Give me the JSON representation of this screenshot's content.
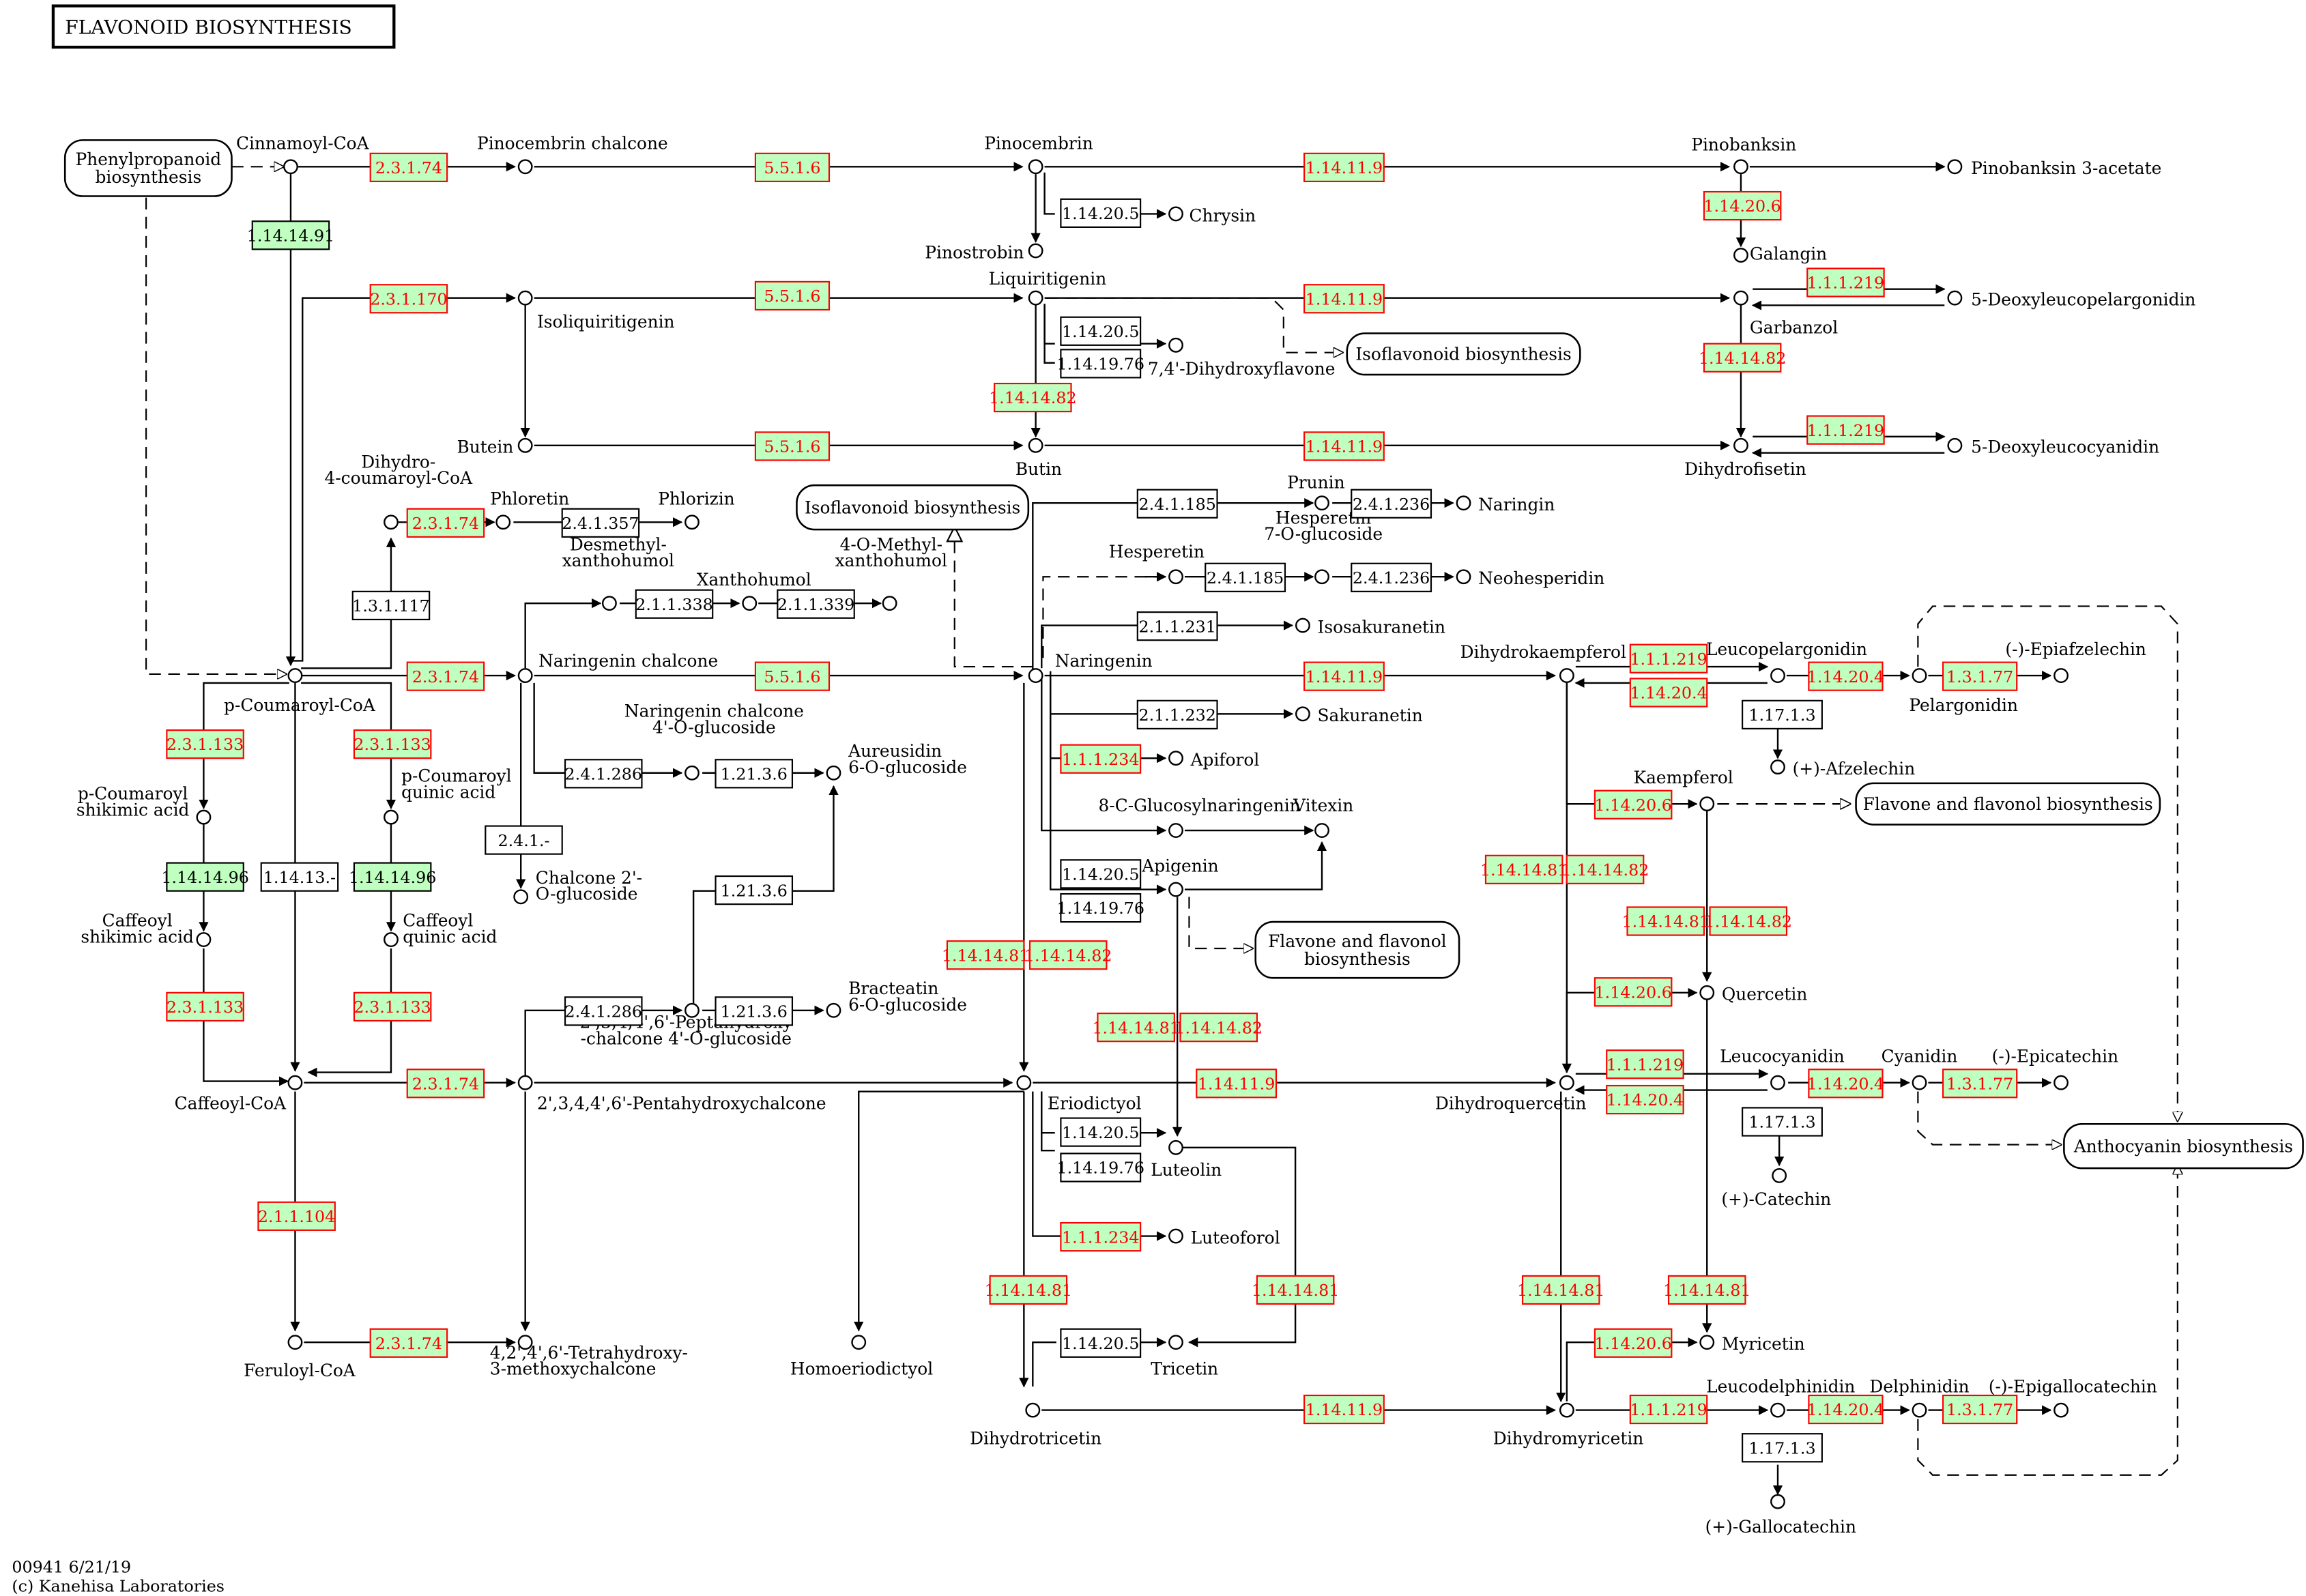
{
  "title": "FLAVONOID BIOSYNTHESIS",
  "footer": {
    "map_id": "00941 6/21/19",
    "copyright": "(c) Kanehisa Laboratories"
  },
  "colors": {
    "found_fill": "#bfffbf",
    "found_stroke": "#ff0000",
    "found_text": "#ff0000",
    "green_fill": "#bfffbf",
    "plain_fill": "#ffffff",
    "line": "#000000"
  },
  "maps": [
    {
      "id": "phenylpropanoid",
      "label": "Phenylpropanoid\nbiosynthesis"
    },
    {
      "id": "isoflavonoid1",
      "label": "Isoflavonoid biosynthesis"
    },
    {
      "id": "isoflavonoid2",
      "label": "Isoflavonoid biosynthesis"
    },
    {
      "id": "flavone1",
      "label": "Flavone and flavonol biosynthesis"
    },
    {
      "id": "flavone2",
      "label": "Flavone and flavonol\nbiosynthesis"
    },
    {
      "id": "anthocyanin",
      "label": "Anthocyanin biosynthesis"
    }
  ],
  "compounds": [
    {
      "id": "cinnamoyl",
      "label": "Cinnamoyl-CoA"
    },
    {
      "id": "pinocembrin_chalcone",
      "label": "Pinocembrin chalcone"
    },
    {
      "id": "pinocembrin",
      "label": "Pinocembrin"
    },
    {
      "id": "pinobanksin",
      "label": "Pinobanksin"
    },
    {
      "id": "pinobanksin3a",
      "label": "Pinobanksin 3-acetate"
    },
    {
      "id": "chrysin",
      "label": "Chrysin"
    },
    {
      "id": "pinostrobin",
      "label": "Pinostrobin"
    },
    {
      "id": "galangin",
      "label": "Galangin"
    },
    {
      "id": "isoliquiritigenin",
      "label": "Isoliquiritigenin"
    },
    {
      "id": "liquiritigenin",
      "label": "Liquiritigenin"
    },
    {
      "id": "dihydroxyflavone",
      "label": "7,4'-Dihydroxyflavone"
    },
    {
      "id": "garbanzol",
      "label": "Garbanzol"
    },
    {
      "id": "deoxyleucopelargonidin",
      "label": "5-Deoxyleucopelargonidin"
    },
    {
      "id": "butein",
      "label": "Butein"
    },
    {
      "id": "butin",
      "label": "Butin"
    },
    {
      "id": "dihydrofisetin",
      "label": "Dihydrofisetin"
    },
    {
      "id": "deoxyleucocyanidin",
      "label": "5-Deoxyleucocyanidin"
    },
    {
      "id": "dihydrocoumaroyl",
      "label": "Dihydro-\n4-coumaroyl-CoA"
    },
    {
      "id": "phloretin",
      "label": "Phloretin"
    },
    {
      "id": "phlorizin",
      "label": "Phlorizin"
    },
    {
      "id": "prunin",
      "label": "Prunin"
    },
    {
      "id": "naringin",
      "label": "Naringin"
    },
    {
      "id": "hesperetin",
      "label": "Hesperetin"
    },
    {
      "id": "hesperetin7g",
      "label": "Hesperetin\n7-O-glucoside"
    },
    {
      "id": "neohesperidin",
      "label": "Neohesperidin"
    },
    {
      "id": "desmethylxanthohumol",
      "label": "Desmethyl-\nxanthohumol"
    },
    {
      "id": "xanthohumol",
      "label": "Xanthohumol"
    },
    {
      "id": "methylxanthohumol",
      "label": "4-O-Methyl-\nxanthohumol"
    },
    {
      "id": "isosakuranetin",
      "label": "Isosakuranetin"
    },
    {
      "id": "coumaroylcoa",
      "label": "p-Coumaroyl-CoA"
    },
    {
      "id": "naringenin_chalcone",
      "label": "Naringenin chalcone"
    },
    {
      "id": "naringenin",
      "label": "Naringenin"
    },
    {
      "id": "dihydrokaempferol",
      "label": "Dihydrokaempferol"
    },
    {
      "id": "leucopelargonidin",
      "label": "Leucopelargonidin"
    },
    {
      "id": "pelargonidin",
      "label": "Pelargonidin"
    },
    {
      "id": "epiafzelechin",
      "label": "(-)-Epiafzelechin"
    },
    {
      "id": "afzelechin",
      "label": "(+)-Afzelechin"
    },
    {
      "id": "sakuranetin",
      "label": "Sakuranetin"
    },
    {
      "id": "nc4g",
      "label": "Naringenin chalcone\n4'-O-glucoside"
    },
    {
      "id": "aureusidin",
      "label": "Aureusidin\n6-O-glucoside"
    },
    {
      "id": "apiforol",
      "label": "Apiforol"
    },
    {
      "id": "kaempferol",
      "label": "Kaempferol"
    },
    {
      "id": "coumaroylshikimic",
      "label": "p-Coumaroyl\nshikimic acid"
    },
    {
      "id": "coumaroylquinic",
      "label": "p-Coumaroyl\nquinic acid"
    },
    {
      "id": "c8glucosylnaringenin",
      "label": "8-C-Glucosylnaringenin"
    },
    {
      "id": "vitexin",
      "label": "Vitexin"
    },
    {
      "id": "apigenin",
      "label": "Apigenin"
    },
    {
      "id": "chalcone2g",
      "label": "Chalcone 2'-\nO-glucoside"
    },
    {
      "id": "caffeoylshikimic",
      "label": "Caffeoyl\nshikimic acid"
    },
    {
      "id": "caffeoylquinic",
      "label": "Caffeoyl\nquinic acid"
    },
    {
      "id": "quercetin",
      "label": "Quercetin"
    },
    {
      "id": "bracteatin",
      "label": "Bracteatin\n6-O-glucoside"
    },
    {
      "id": "peptahydroxy",
      "label": "2',3,4,4',6'-Peptahydroxy\n-chalcone 4'-O-glucoside"
    },
    {
      "id": "caffeoylcoa",
      "label": "Caffeoyl-CoA"
    },
    {
      "id": "pentahydroxychalcone",
      "label": "2',3,4,4',6'-Pentahydroxychalcone"
    },
    {
      "id": "eriodictyol",
      "label": "Eriodictyol"
    },
    {
      "id": "luteolin",
      "label": "Luteolin"
    },
    {
      "id": "dihydroquercetin",
      "label": "Dihydroquercetin"
    },
    {
      "id": "leucocyanidin",
      "label": "Leucocyanidin"
    },
    {
      "id": "cyanidin",
      "label": "Cyanidin"
    },
    {
      "id": "epicatechin",
      "label": "(-)-Epicatechin"
    },
    {
      "id": "catechin",
      "label": "(+)-Catechin"
    },
    {
      "id": "luteoforol",
      "label": "Luteoforol"
    },
    {
      "id": "feruloylcoa",
      "label": "Feruloyl-CoA"
    },
    {
      "id": "tetrahydroxy",
      "label": "4,2',4',6'-Tetrahydroxy-\n3-methoxychalcone"
    },
    {
      "id": "homoeriodictyol",
      "label": "Homoeriodictyol"
    },
    {
      "id": "tricetin",
      "label": "Tricetin"
    },
    {
      "id": "myricetin",
      "label": "Myricetin"
    },
    {
      "id": "dihydrotricetin",
      "label": "Dihydrotricetin"
    },
    {
      "id": "dihydromyricetin",
      "label": "Dihydromyricetin"
    },
    {
      "id": "leucodelphinidin",
      "label": "Leucodelphinidin"
    },
    {
      "id": "delphinidin",
      "label": "Delphinidin"
    },
    {
      "id": "epigallocatechin",
      "label": "(-)-Epigallocatechin"
    },
    {
      "id": "gallocatechin",
      "label": "(+)-Gallocatechin"
    }
  ],
  "enzymes": [
    {
      "id": "e1",
      "label": "2.3.1.74",
      "style": "found"
    },
    {
      "id": "e2",
      "label": "5.5.1.6",
      "style": "found"
    },
    {
      "id": "e3",
      "label": "1.14.11.9",
      "style": "found"
    },
    {
      "id": "e4",
      "label": "1.14.14.91",
      "style": "green"
    },
    {
      "id": "e5",
      "label": "1.14.20.6",
      "style": "found"
    },
    {
      "id": "e6",
      "label": "1.14.20.5",
      "style": "plain"
    },
    {
      "id": "e7",
      "label": "2.3.1.170",
      "style": "found"
    },
    {
      "id": "e8",
      "label": "5.5.1.6",
      "style": "found"
    },
    {
      "id": "e9",
      "label": "1.14.11.9",
      "style": "found"
    },
    {
      "id": "e10",
      "label": "1.1.1.219",
      "style": "found"
    },
    {
      "id": "e11",
      "label": "1.14.20.5",
      "style": "plain"
    },
    {
      "id": "e12",
      "label": "1.14.19.76",
      "style": "plain"
    },
    {
      "id": "e13",
      "label": "1.14.14.82",
      "style": "found"
    },
    {
      "id": "e14",
      "label": "1.14.14.82",
      "style": "found"
    },
    {
      "id": "e15",
      "label": "5.5.1.6",
      "style": "found"
    },
    {
      "id": "e16",
      "label": "1.14.11.9",
      "style": "found"
    },
    {
      "id": "e17",
      "label": "1.1.1.219",
      "style": "found"
    },
    {
      "id": "e18",
      "label": "2.3.1.74",
      "style": "found"
    },
    {
      "id": "e19",
      "label": "2.4.1.357",
      "style": "plain"
    },
    {
      "id": "e20",
      "label": "2.4.1.185",
      "style": "plain"
    },
    {
      "id": "e21",
      "label": "2.4.1.236",
      "style": "plain"
    },
    {
      "id": "e22",
      "label": "2.4.1.185",
      "style": "plain"
    },
    {
      "id": "e23",
      "label": "2.4.1.236",
      "style": "plain"
    },
    {
      "id": "e24",
      "label": "1.3.1.117",
      "style": "plain"
    },
    {
      "id": "e25",
      "label": "2.1.1.338",
      "style": "plain"
    },
    {
      "id": "e26",
      "label": "2.1.1.339",
      "style": "plain"
    },
    {
      "id": "e27",
      "label": "2.1.1.231",
      "style": "plain"
    },
    {
      "id": "e28",
      "label": "2.3.1.74",
      "style": "found"
    },
    {
      "id": "e29",
      "label": "5.5.1.6",
      "style": "found"
    },
    {
      "id": "e30",
      "label": "1.14.11.9",
      "style": "found"
    },
    {
      "id": "e31",
      "label": "1.1.1.219",
      "style": "found"
    },
    {
      "id": "e32",
      "label": "1.14.20.4",
      "style": "found"
    },
    {
      "id": "e33",
      "label": "1.14.20.4",
      "style": "found"
    },
    {
      "id": "e34",
      "label": "1.3.1.77",
      "style": "found"
    },
    {
      "id": "e35",
      "label": "1.17.1.3",
      "style": "plain"
    },
    {
      "id": "e36",
      "label": "2.1.1.232",
      "style": "plain"
    },
    {
      "id": "e37",
      "label": "2.3.1.133",
      "style": "found"
    },
    {
      "id": "e38",
      "label": "2.3.1.133",
      "style": "found"
    },
    {
      "id": "e39",
      "label": "2.4.1.286",
      "style": "plain"
    },
    {
      "id": "e40",
      "label": "1.21.3.6",
      "style": "plain"
    },
    {
      "id": "e41",
      "label": "1.1.1.234",
      "style": "found"
    },
    {
      "id": "e42",
      "label": "1.14.20.6",
      "style": "found"
    },
    {
      "id": "e43",
      "label": "2.4.1.-",
      "style": "plain"
    },
    {
      "id": "e44",
      "label": "1.14.20.5",
      "style": "plain"
    },
    {
      "id": "e45",
      "label": "1.14.19.76",
      "style": "plain"
    },
    {
      "id": "e46",
      "label": "1.14.14.96",
      "style": "green"
    },
    {
      "id": "e47",
      "label": "1.14.13.-",
      "style": "plain"
    },
    {
      "id": "e48",
      "label": "1.14.14.96",
      "style": "green"
    },
    {
      "id": "e49",
      "label": "1.14.14.81",
      "style": "found"
    },
    {
      "id": "e50",
      "label": "1.14.14.82",
      "style": "found"
    },
    {
      "id": "e51",
      "label": "1.21.3.6",
      "style": "plain"
    },
    {
      "id": "e52",
      "label": "1.14.14.81",
      "style": "found"
    },
    {
      "id": "e53",
      "label": "1.14.14.82",
      "style": "found"
    },
    {
      "id": "e54",
      "label": "1.14.14.81",
      "style": "found"
    },
    {
      "id": "e55",
      "label": "1.14.14.82",
      "style": "found"
    },
    {
      "id": "e56",
      "label": "2.3.1.133",
      "style": "found"
    },
    {
      "id": "e57",
      "label": "2.3.1.133",
      "style": "found"
    },
    {
      "id": "e58",
      "label": "1.14.20.6",
      "style": "found"
    },
    {
      "id": "e59",
      "label": "2.4.1.286",
      "style": "plain"
    },
    {
      "id": "e60",
      "label": "1.21.3.6",
      "style": "plain"
    },
    {
      "id": "e61",
      "label": "1.14.14.81",
      "style": "found"
    },
    {
      "id": "e62",
      "label": "1.14.14.82",
      "style": "found"
    },
    {
      "id": "e63",
      "label": "2.3.1.74",
      "style": "found"
    },
    {
      "id": "e64",
      "label": "1.14.11.9",
      "style": "found"
    },
    {
      "id": "e65",
      "label": "1.1.1.219",
      "style": "found"
    },
    {
      "id": "e66",
      "label": "1.14.20.4",
      "style": "found"
    },
    {
      "id": "e67",
      "label": "1.14.20.4",
      "style": "found"
    },
    {
      "id": "e68",
      "label": "1.3.1.77",
      "style": "found"
    },
    {
      "id": "e69",
      "label": "1.14.20.5",
      "style": "plain"
    },
    {
      "id": "e70",
      "label": "1.14.19.76",
      "style": "plain"
    },
    {
      "id": "e71",
      "label": "1.17.1.3",
      "style": "plain"
    },
    {
      "id": "e72",
      "label": "2.1.1.104",
      "style": "found"
    },
    {
      "id": "e73",
      "label": "1.1.1.234",
      "style": "found"
    },
    {
      "id": "e74",
      "label": "1.14.14.81",
      "style": "found"
    },
    {
      "id": "e75",
      "label": "1.14.14.81",
      "style": "found"
    },
    {
      "id": "e76",
      "label": "1.14.14.81",
      "style": "found"
    },
    {
      "id": "e77",
      "label": "1.14.14.81",
      "style": "found"
    },
    {
      "id": "e78",
      "label": "2.3.1.74",
      "style": "found"
    },
    {
      "id": "e79",
      "label": "1.14.20.5",
      "style": "plain"
    },
    {
      "id": "e80",
      "label": "1.14.20.6",
      "style": "found"
    },
    {
      "id": "e81",
      "label": "1.14.11.9",
      "style": "found"
    },
    {
      "id": "e82",
      "label": "1.1.1.219",
      "style": "found"
    },
    {
      "id": "e83",
      "label": "1.14.20.4",
      "style": "found"
    },
    {
      "id": "e84",
      "label": "1.3.1.77",
      "style": "found"
    },
    {
      "id": "e85",
      "label": "1.17.1.3",
      "style": "plain"
    }
  ]
}
